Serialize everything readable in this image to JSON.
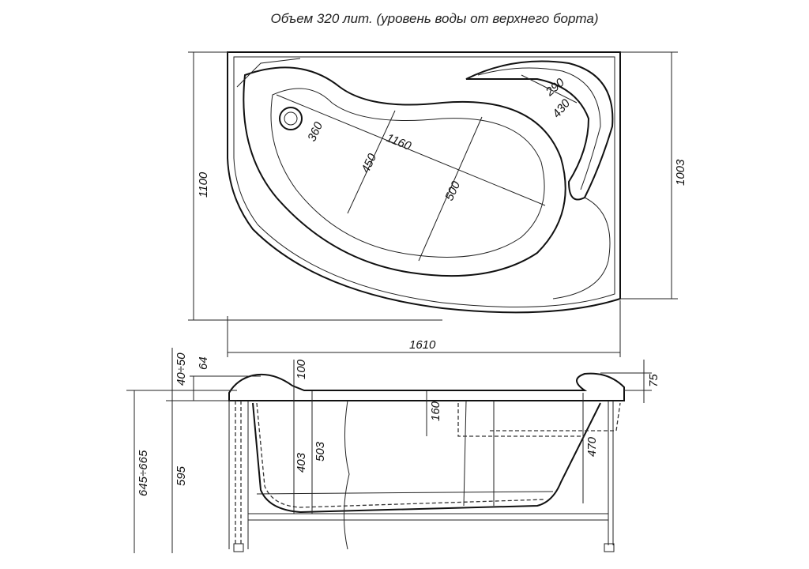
{
  "title": "Объем 320 лит. (уровень воды от верхнего борта)",
  "top_view": {
    "dims": {
      "overall_depth": "1100",
      "right_depth": "1003",
      "length": "1610",
      "inner_length": "1160",
      "width_a": "450",
      "width_b": "500",
      "drain_offset": "360",
      "seat_a": "290",
      "seat_b": "430"
    }
  },
  "side_view": {
    "dims": {
      "total_height": "645÷665",
      "rim_height": "595",
      "leg_adjust": "40÷50",
      "headrest": "64",
      "head_drop": "100",
      "depth_a": "403",
      "depth_b": "503",
      "seat_depth": "160",
      "back_height": "470",
      "back_rise": "75"
    }
  }
}
